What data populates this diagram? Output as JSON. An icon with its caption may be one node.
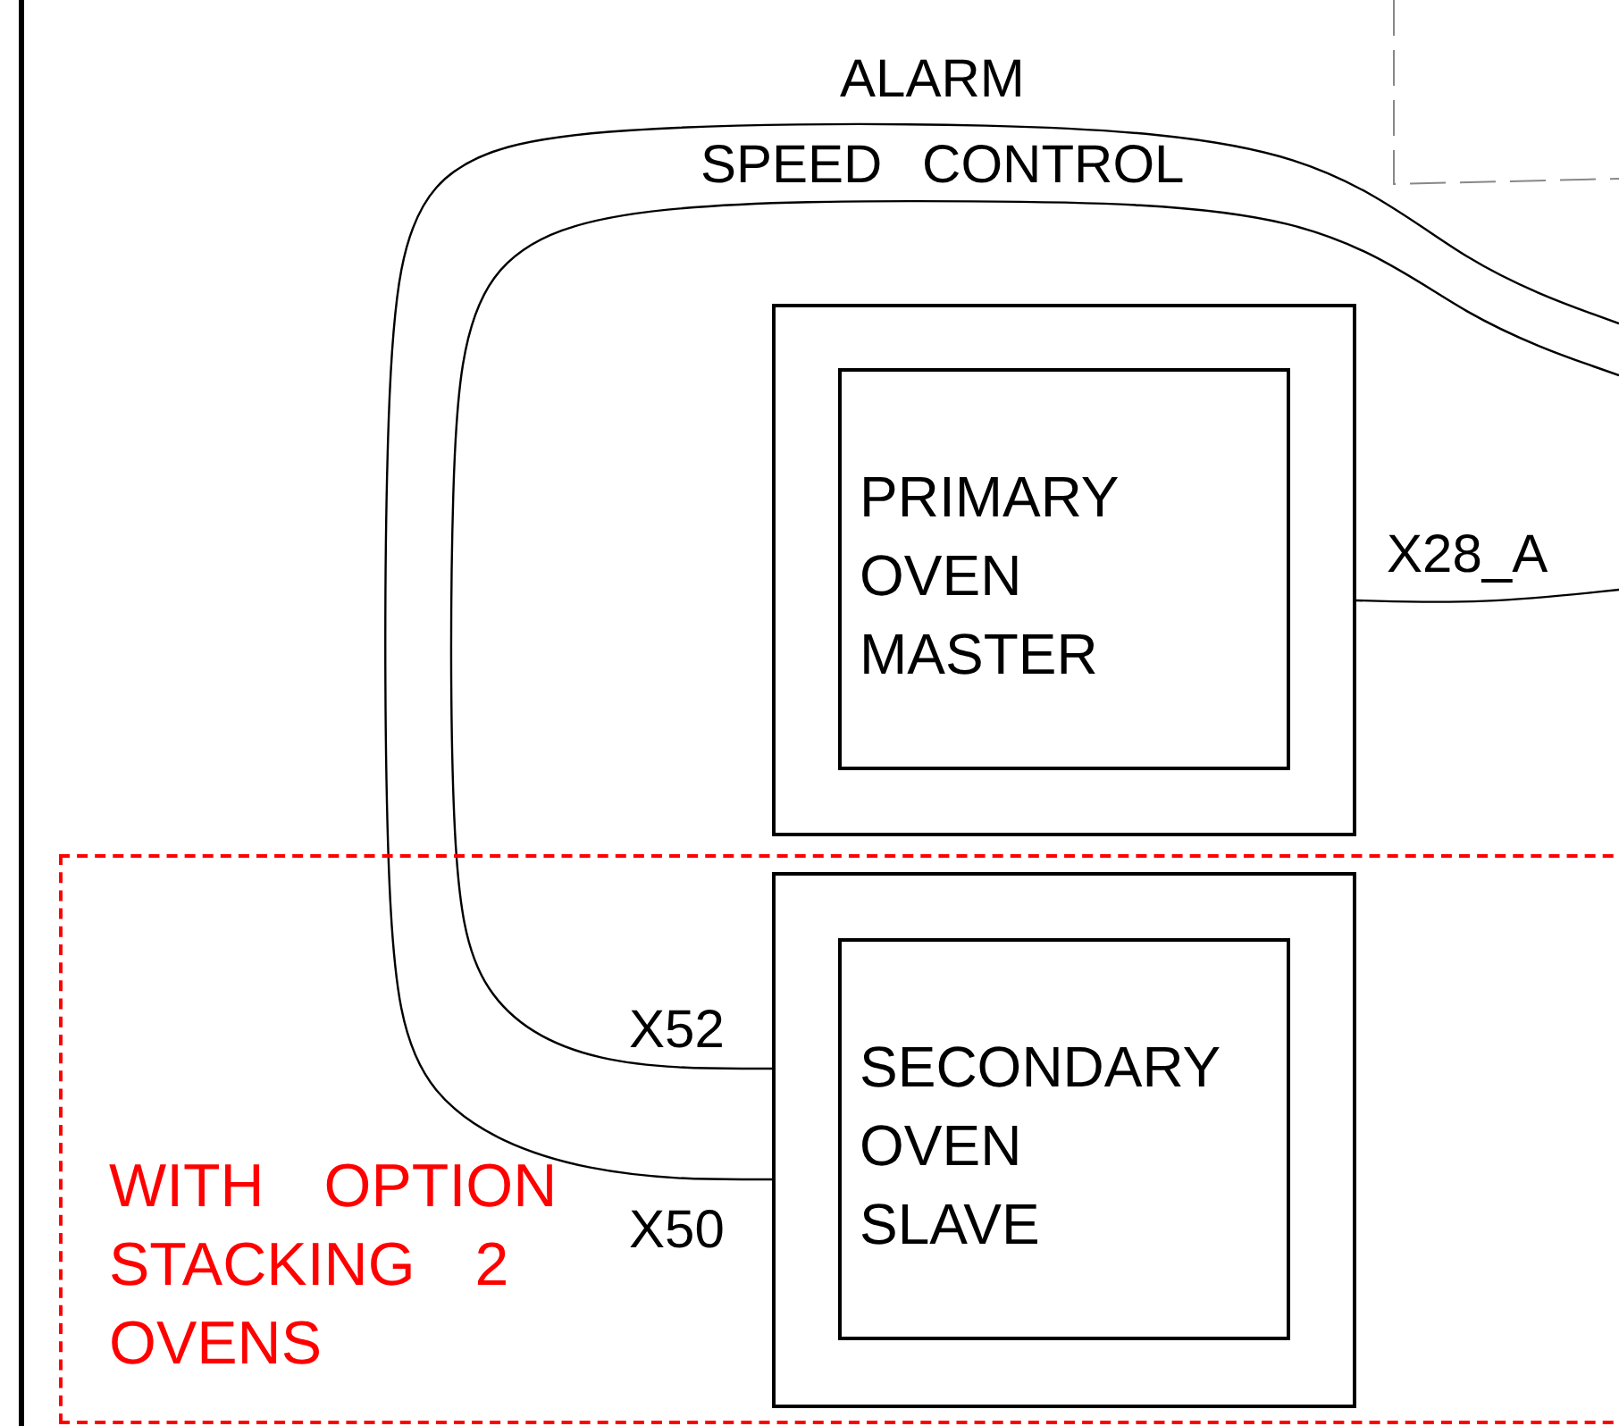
{
  "diagram": {
    "nodes": [
      {
        "text": [],
        "shape": "box"
      },
      {
        "text": [
          "PRIMARY OVEN MASTER"
        ],
        "in": 0
      },
      {
        "text": [
          "WITH OPTION STACKING 2 OVENS"
        ]
      },
      {
        "text": [],
        "shape": "box",
        "in": 2
      },
      {
        "text": [
          "SECONDARY OVEN SLAVE"
        ],
        "in": 3
      }
    ],
    "edges": [
      {
        "from": null,
        "to": 3,
        "arrow": "none"
      },
      {
        "from": null,
        "to": 3,
        "arrow": "none"
      },
      {
        "from": 0,
        "to": null,
        "arrow": "none"
      }
    ],
    "labels": [
      "ALARM",
      "SPEED CONTROL",
      "X28_A",
      "X52",
      "X50"
    ]
  }
}
